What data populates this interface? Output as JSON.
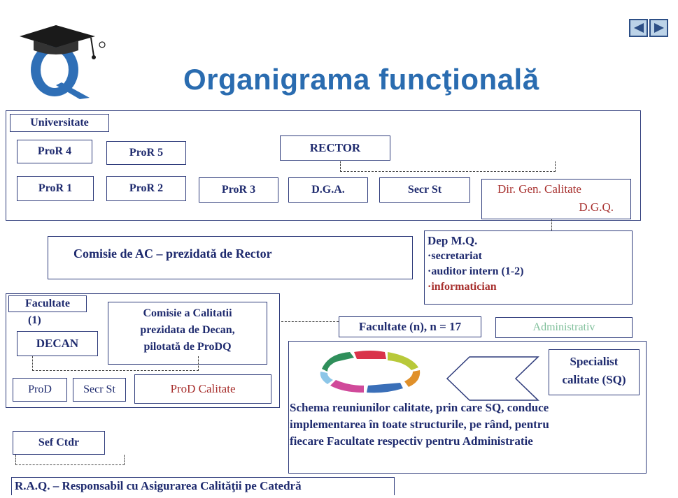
{
  "header": {
    "title": "Organigrama funcţională"
  },
  "nav": {
    "prev_label": "◀",
    "next_label": "▶"
  },
  "university": {
    "label": "Universitate",
    "rector": "RECTOR",
    "pror4": "ProR 4",
    "pror5": "ProR 5",
    "pror1": "ProR 1",
    "pror2": "ProR 2",
    "pror3": "ProR 3",
    "dga": "D.G.A.",
    "secr_st": "Secr St",
    "dgq_line1": "Dir. Gen. Calitate",
    "dgq_line2": "D.G.Q."
  },
  "commission_ac": "Comisie de AC – prezidată de Rector",
  "dep_mq": {
    "title": "Dep M.Q.",
    "items": [
      "secretariat",
      "auditor intern (1-2)",
      "informatician"
    ]
  },
  "faculty": {
    "label": "Facultate",
    "count": "(1)",
    "decan": "DECAN",
    "commission_line1": "Comisie a Calitatii",
    "commission_line2": "prezidata de Decan,",
    "commission_line3": "pilotată de ProDQ",
    "prod": "ProD",
    "secr_st": "Secr St",
    "prod_calitate": "ProD Calitate"
  },
  "faculty_n": "Facultate (n), n = 17",
  "administrativ": "Administrativ",
  "specialist_line1": "Specialist",
  "specialist_line2": "calitate (SQ)",
  "scheme_text": {
    "line1": "Schema reuniunilor calitate, prin care SQ, conduce",
    "line2": "implementarea în toate structurile, pe rând, pentru",
    "line3": "fiecare Facultate respectiv pentru Administratie"
  },
  "sef_ctdr": "Sef Ctdr",
  "raq": "R.A.Q. – Responsabil cu Asigurarea Calităţii pe Catedră",
  "colors": {
    "navy": "#1e2a6e",
    "title_blue": "#2a6cb0",
    "red": "#a8312f",
    "green": "#7fbf9a"
  }
}
